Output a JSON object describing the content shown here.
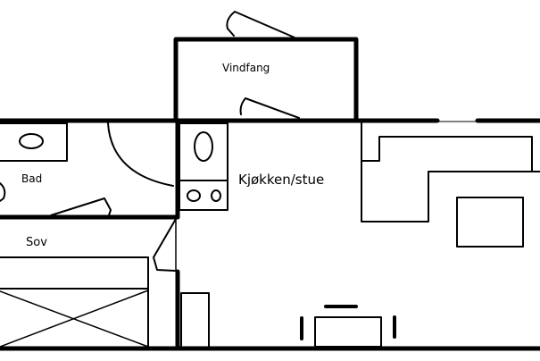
{
  "rooms": {
    "vindfang": "Vindfang",
    "bad": "Bad",
    "kjokken_stue": "Kjøkken/stue",
    "sov": "Sov"
  },
  "colors": {
    "wall": "#000000",
    "background": "#ffffff"
  }
}
